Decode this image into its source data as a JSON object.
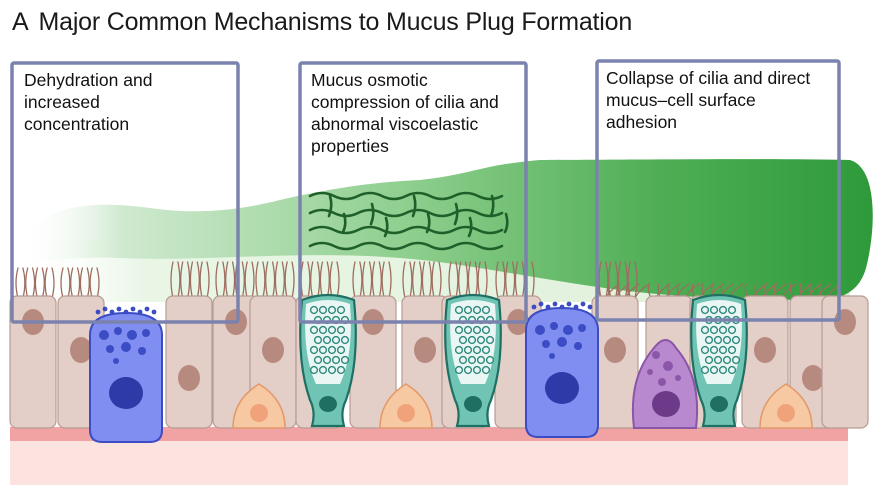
{
  "figure": {
    "panel_letter": "A",
    "title": "Major Common Mechanisms to Mucus Plug Formation"
  },
  "mechanisms": [
    {
      "label": "Dehydration and increased concentration"
    },
    {
      "label": "Mucus osmotic compression of cilia and abnormal viscoelastic properties"
    },
    {
      "label": "Collapse of cilia and direct mucus–cell surface adhesion"
    }
  ],
  "colors": {
    "box_border": "#7a82ad",
    "mucus_green": "#2e9a3a",
    "ciliated_cell": "#e3cfc7",
    "goblet_blue": "#7f8ef0",
    "goblet_teal": "#2f8a7d",
    "basal_cell": "#f7c9a3",
    "purple_cell": "#b889cf",
    "basement": "#f1a3a3"
  },
  "icons": [
    "mucus-mesh-icon",
    "cilia-icon",
    "goblet-cell-icon",
    "basal-cell-icon"
  ]
}
